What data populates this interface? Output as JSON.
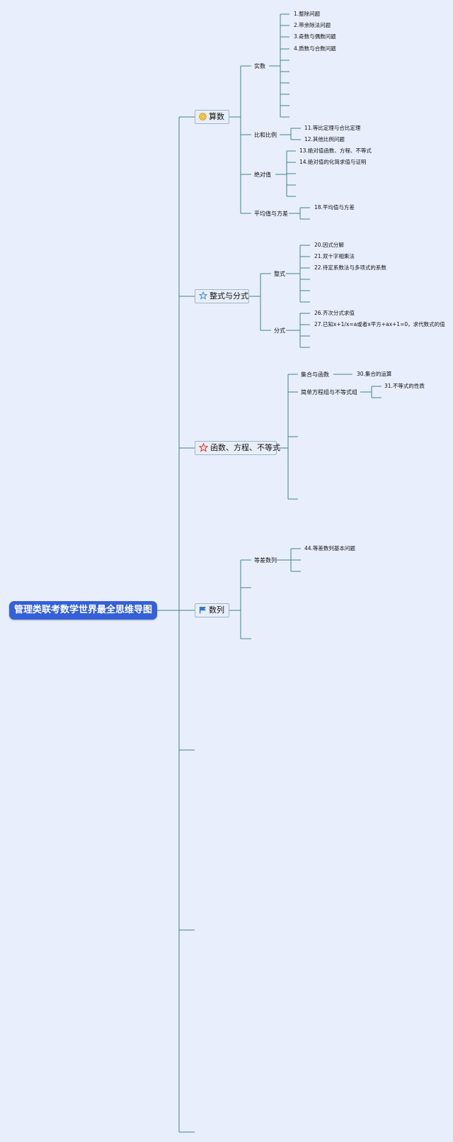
{
  "root": {
    "label": "管理类联考数学世界最全思维导图"
  },
  "topics": [
    {
      "label": "算数",
      "icon": "coin-icon",
      "subtopics": [
        {
          "label": "实数",
          "items": [
            "1.整除问题",
            "2.带余除法问题",
            "3.奇数与偶数问题",
            "4.质数与合数问题"
          ]
        },
        {
          "label": "比和比例",
          "items": [
            "11.等比定理与合比定理",
            "12.其他比例问题"
          ]
        },
        {
          "label": "绝对值",
          "items": [
            "13.绝对值函数、方程、不等式",
            "14.绝对值的化简求值与证明"
          ]
        },
        {
          "label": "平均值与方差",
          "items": [
            "18.平均值与方差"
          ]
        }
      ]
    },
    {
      "label": "整式与分式",
      "icon": "star-blue-icon",
      "subtopics": [
        {
          "label": "整式",
          "items": [
            "20.因式分解",
            "21.双十字相乘法",
            "22.待定系数法与多项式的系数"
          ]
        },
        {
          "label": "分式",
          "items": [
            "26.齐次分式求值",
            "27.已知x+1/x=a或者x平方+ax+1=0，求代数式的值"
          ]
        }
      ]
    },
    {
      "label": "函数、方程、不等式",
      "icon": "star-red-icon",
      "subtopics": [
        {
          "label": "集合与函数",
          "items": [
            "30.集合的运算"
          ]
        },
        {
          "label": "简单方程组与不等式组",
          "items": [
            "31.不等式的性质"
          ]
        }
      ]
    },
    {
      "label": "数列",
      "icon": "flag-icon",
      "subtopics": [
        {
          "label": "等差数列",
          "items": [
            "44.等差数列基本问题"
          ]
        }
      ]
    }
  ],
  "colors": {
    "background": "#e9eefc",
    "root": "#3460d8",
    "line": "#3f8589",
    "node_border": "#9fb5cc"
  }
}
